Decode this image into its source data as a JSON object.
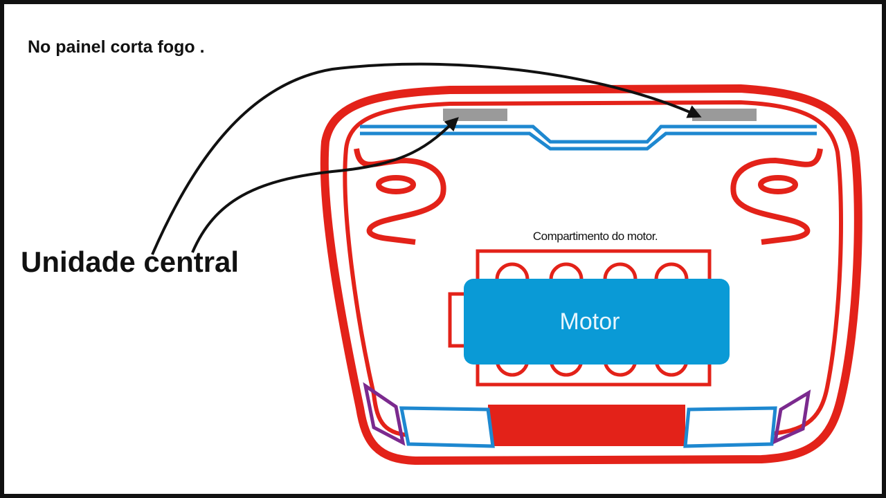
{
  "heading": "No painel corta fogo .",
  "unit_label": "Unidade central",
  "compartment_label": "Compartimento do motor.",
  "engine_label": "Motor",
  "colors": {
    "body_outline": "#e32219",
    "firewall": "#1e88d0",
    "engine_block": "#0a9ad6",
    "module": "#9a9a9a",
    "headlight_outline": "#1e88d0",
    "corner_light": "#7b2a8e",
    "arrow": "#111111"
  }
}
